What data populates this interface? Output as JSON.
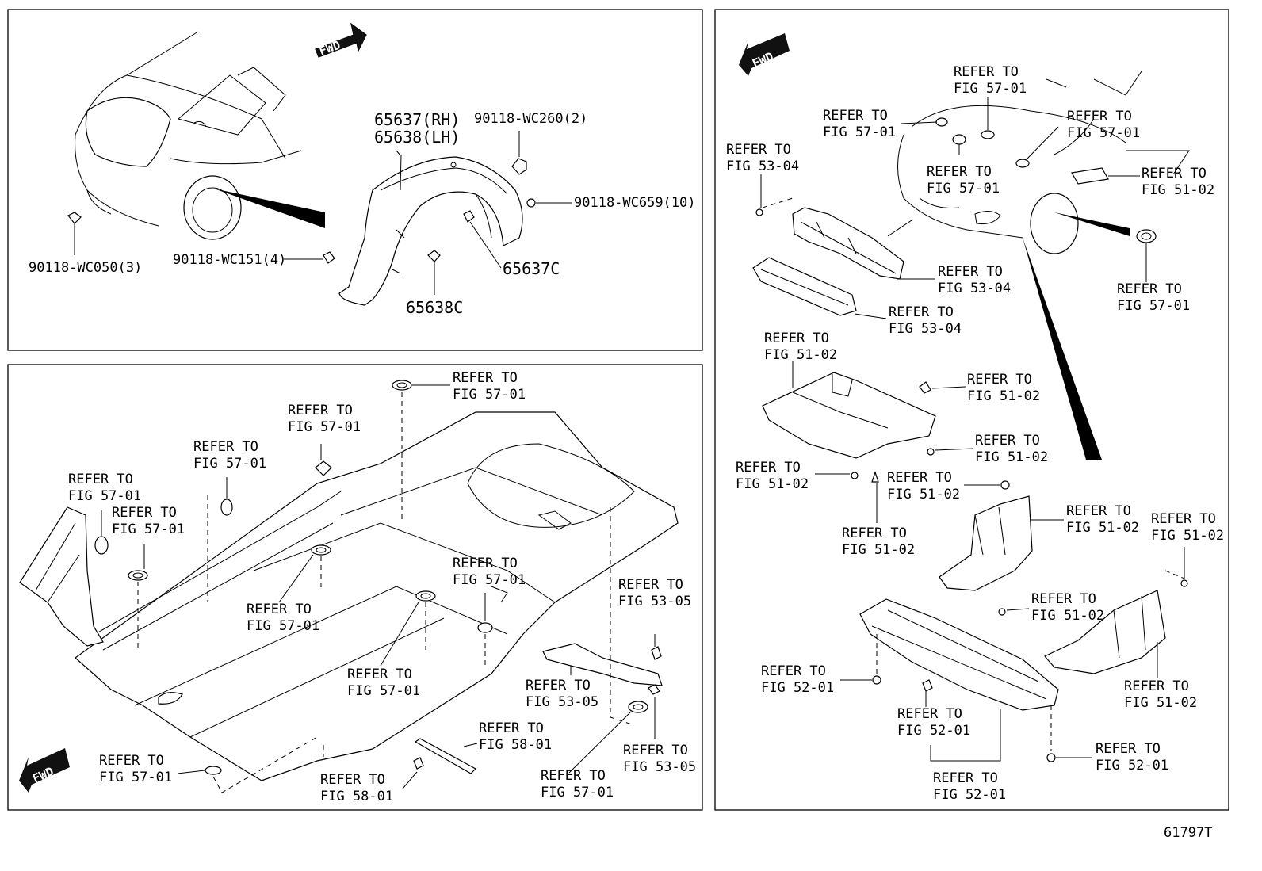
{
  "fwd_label": "FWD",
  "drawing_number": "61797T",
  "panel_top_left": {
    "fender_liner_rh": "65637(RH)",
    "fender_liner_lh": "65638(LH)",
    "clip_wc260": "90118-WC260(2)",
    "screw_wc659": "90118-WC659(10)",
    "clip_wc050": "90118-WC050(3)",
    "clip_wc151": "90118-WC151(4)",
    "part_65637c": "65637C",
    "part_65638c": "65638C"
  },
  "panel_bottom_left": {
    "refs": [
      {
        "l1": "REFER TO",
        "l2": "FIG 57-01"
      },
      {
        "l1": "REFER TO",
        "l2": "FIG 57-01"
      },
      {
        "l1": "REFER TO",
        "l2": "FIG 57-01"
      },
      {
        "l1": "REFER TO",
        "l2": "FIG 57-01"
      },
      {
        "l1": "REFER TO",
        "l2": "FIG 57-01"
      },
      {
        "l1": "REFER TO",
        "l2": "FIG 57-01"
      },
      {
        "l1": "REFER TO",
        "l2": "FIG 57-01"
      },
      {
        "l1": "REFER TO",
        "l2": "FIG 57-01"
      },
      {
        "l1": "REFER TO",
        "l2": "FIG 53-05"
      },
      {
        "l1": "REFER TO",
        "l2": "FIG 53-05"
      },
      {
        "l1": "REFER TO",
        "l2": "FIG 53-05"
      },
      {
        "l1": "REFER TO",
        "l2": "FIG 58-01"
      },
      {
        "l1": "REFER TO",
        "l2": "FIG 58-01"
      },
      {
        "l1": "REFER TO",
        "l2": "FIG 57-01"
      },
      {
        "l1": "REFER TO",
        "l2": "FIG 57-01"
      }
    ]
  },
  "panel_right": {
    "refs": [
      {
        "l1": "REFER TO",
        "l2": "FIG 57-01"
      },
      {
        "l1": "REFER TO",
        "l2": "FIG 57-01"
      },
      {
        "l1": "REFER TO",
        "l2": "FIG 57-01"
      },
      {
        "l1": "REFER TO",
        "l2": "FIG 53-04"
      },
      {
        "l1": "REFER TO",
        "l2": "FIG 57-01"
      },
      {
        "l1": "REFER TO",
        "l2": "FIG 51-02"
      },
      {
        "l1": "REFER TO",
        "l2": "FIG 57-01"
      },
      {
        "l1": "REFER TO",
        "l2": "FIG 53-04"
      },
      {
        "l1": "REFER TO",
        "l2": "FIG 53-04"
      },
      {
        "l1": "REFER TO",
        "l2": "FIG 51-02"
      },
      {
        "l1": "REFER TO",
        "l2": "FIG 51-02"
      },
      {
        "l1": "REFER TO",
        "l2": "FIG 51-02"
      },
      {
        "l1": "REFER TO",
        "l2": "FIG 51-02"
      },
      {
        "l1": "REFER TO",
        "l2": "FIG 51-02"
      },
      {
        "l1": "REFER TO",
        "l2": "FIG 51-02"
      },
      {
        "l1": "REFER TO",
        "l2": "FIG 51-02"
      },
      {
        "l1": "REFER TO",
        "l2": "FIG 51-02"
      },
      {
        "l1": "REFER TO",
        "l2": "FIG 51-02"
      },
      {
        "l1": "REFER TO",
        "l2": "FIG 51-02"
      },
      {
        "l1": "REFER TO",
        "l2": "FIG 52-01"
      },
      {
        "l1": "REFER TO",
        "l2": "FIG 52-01"
      },
      {
        "l1": "REFER TO",
        "l2": "FIG 52-01"
      },
      {
        "l1": "REFER TO",
        "l2": "FIG 52-01"
      }
    ]
  }
}
